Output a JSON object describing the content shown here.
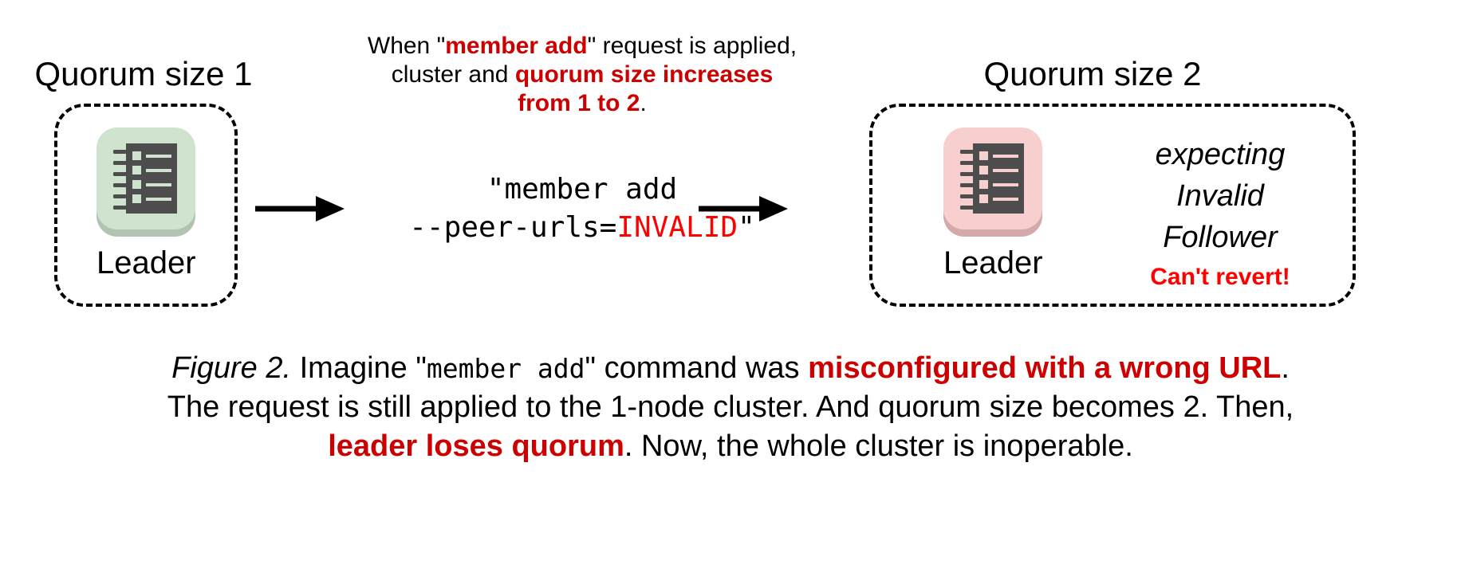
{
  "figure": {
    "left_cluster": {
      "title": "Quorum size 1",
      "node": {
        "icon": "server-icon",
        "label": "Leader",
        "color": "#cfe3ce"
      }
    },
    "right_cluster": {
      "title": "Quorum size 2",
      "node": {
        "icon": "server-icon",
        "label": "Leader",
        "color": "#f8cfcf"
      },
      "status": {
        "line1": "expecting",
        "line2": "Invalid",
        "line3": "Follower"
      },
      "warning": "Can't revert!"
    },
    "annotation": {
      "line1_a": "When \"",
      "line1_hl": "member add",
      "line1_b": "\" request is applied,",
      "line2_a": "cluster and ",
      "line2_hl": "quorum size increases",
      "line3_hl": "from 1 to 2",
      "line3_b": "."
    },
    "command": {
      "line1": "\"member add",
      "line2_prefix": "--peer-urls=",
      "line2_invalid": "INVALID",
      "line2_suffix": "\""
    },
    "arrows": {
      "first": "arrow-right-icon",
      "second": "arrow-right-icon"
    }
  },
  "caption": {
    "fig_label": "Figure 2.",
    "part1": " Imagine \"",
    "mono1": "member add",
    "part2": "\" command was ",
    "hl1": "misconfigured with a wrong URL",
    "part3": ".",
    "line2": "The request is still applied to the 1-node cluster. And quorum size becomes 2. Then,",
    "hl2": "leader loses quorum",
    "part4": ". Now, the whole cluster is inoperable."
  },
  "colors": {
    "accent_red": "#cc0000",
    "invalid_red": "#ff0000",
    "leader_ok": "#cfe3ce",
    "leader_bad": "#f8cfcf",
    "server_body": "#4d4d4d"
  }
}
